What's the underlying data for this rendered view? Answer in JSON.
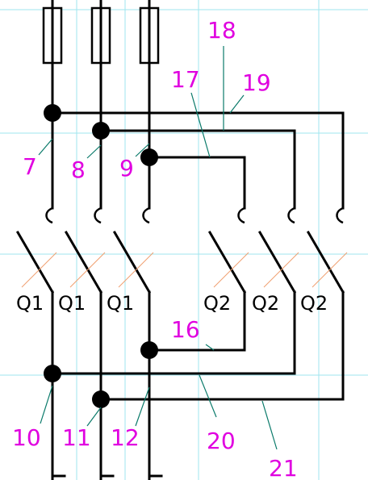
{
  "colors": {
    "background": "#ffffff",
    "grid": "#9fe6ef",
    "wire": "#000000",
    "wire_number": "#e000e0",
    "hatch": "#f0a070",
    "leader": "#0a7a6a"
  },
  "wire_numbers": {
    "w7": "7",
    "w8": "8",
    "w9": "9",
    "w10": "10",
    "w11": "11",
    "w12": "12",
    "w16": "16",
    "w17": "17",
    "w18": "18",
    "w19": "19",
    "w20": "20",
    "w21": "21"
  },
  "devices": {
    "q1a": "Q1",
    "q1b": "Q1",
    "q1c": "Q1",
    "q2a": "Q2",
    "q2b": "Q2",
    "q2c": "Q2"
  }
}
